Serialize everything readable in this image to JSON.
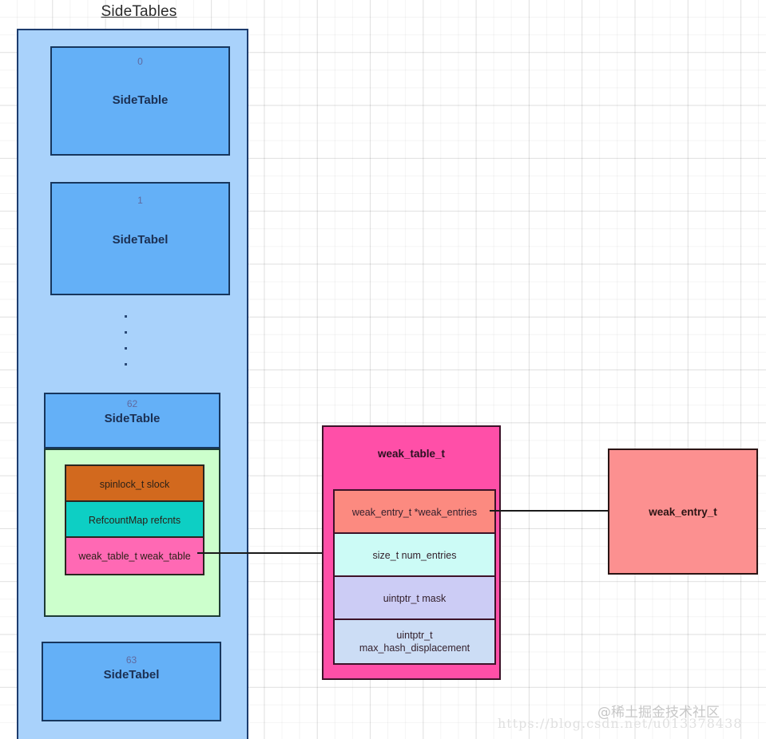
{
  "diagram": {
    "title": "SideTables",
    "side_tables": [
      {
        "index": "0",
        "name": "SideTable"
      },
      {
        "index": "1",
        "name": "SideTabel"
      },
      {
        "index": "62",
        "name": "SideTable"
      },
      {
        "index": "63",
        "name": "SideTabel"
      }
    ],
    "ellipsis_dot_count": 4,
    "side_table_62_fields": [
      {
        "label": "spinlock_t slock",
        "color": "#d2691e"
      },
      {
        "label": "RefcountMap refcnts",
        "color": "#0dcfc4"
      },
      {
        "label": "weak_table_t weak_table",
        "color": "#ff69b4"
      }
    ],
    "weak_table": {
      "title": "weak_table_t",
      "color": "#ff4fa8",
      "rows": [
        {
          "label": "weak_entry_t *weak_entries",
          "color": "#fc8a80"
        },
        {
          "label": "size_t    num_entries",
          "color": "#ccfbf6"
        },
        {
          "label": "uintptr_t mask",
          "color": "#ccccf5"
        },
        {
          "label": "uintptr_t\nmax_hash_displacement",
          "color": "#ccddf5"
        }
      ]
    },
    "weak_entry": {
      "title": "weak_entry_t",
      "color": "#fc9090"
    },
    "colors": {
      "container_fill": "#a9d2fb",
      "container_border": "#1d3c6e",
      "side_table_fill": "#64b0f7",
      "side_table_border": "#17365d",
      "side_table_body_fill": "#ccffcc",
      "connector": "#1a1a1a"
    }
  },
  "watermark": {
    "brand": "@稀土掘金技术社区",
    "url": "https://blog.csdn.net/u013378438"
  }
}
